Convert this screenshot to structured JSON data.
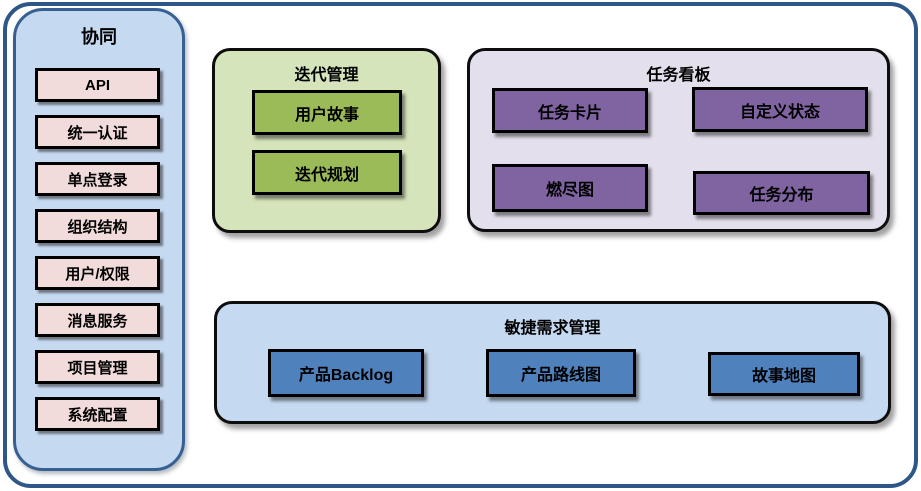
{
  "diagram": {
    "sidebar": {
      "title": "协同",
      "items": [
        "API",
        "统一认证",
        "单点登录",
        "组织结构",
        "用户/权限",
        "消息服务",
        "项目管理",
        "系统配置"
      ]
    },
    "groups": {
      "iteration": {
        "title": "迭代管理",
        "items": [
          "用户故事",
          "迭代规划"
        ]
      },
      "kanban": {
        "title": "任务看板",
        "items": [
          "任务卡片",
          "自定义状态",
          "燃尽图",
          "任务分布"
        ]
      },
      "requirements": {
        "title": "敏捷需求管理",
        "items": [
          "产品Backlog",
          "产品路线图",
          "故事地图"
        ]
      }
    },
    "colors": {
      "outer_border": "#2e5687",
      "sidebar_fill": "#c5d9f1",
      "sidebar_border": "#376092",
      "sidebar_item_fill": "#f2dcdb",
      "iteration_fill": "#d6e4bc",
      "iteration_item_fill": "#9bbb59",
      "kanban_fill": "#e4dfec",
      "kanban_item_fill": "#8064a2",
      "requirements_fill": "#c5d9f1",
      "requirements_item_fill": "#4f81bd",
      "item_border": "#000000",
      "text": "#000000"
    }
  }
}
